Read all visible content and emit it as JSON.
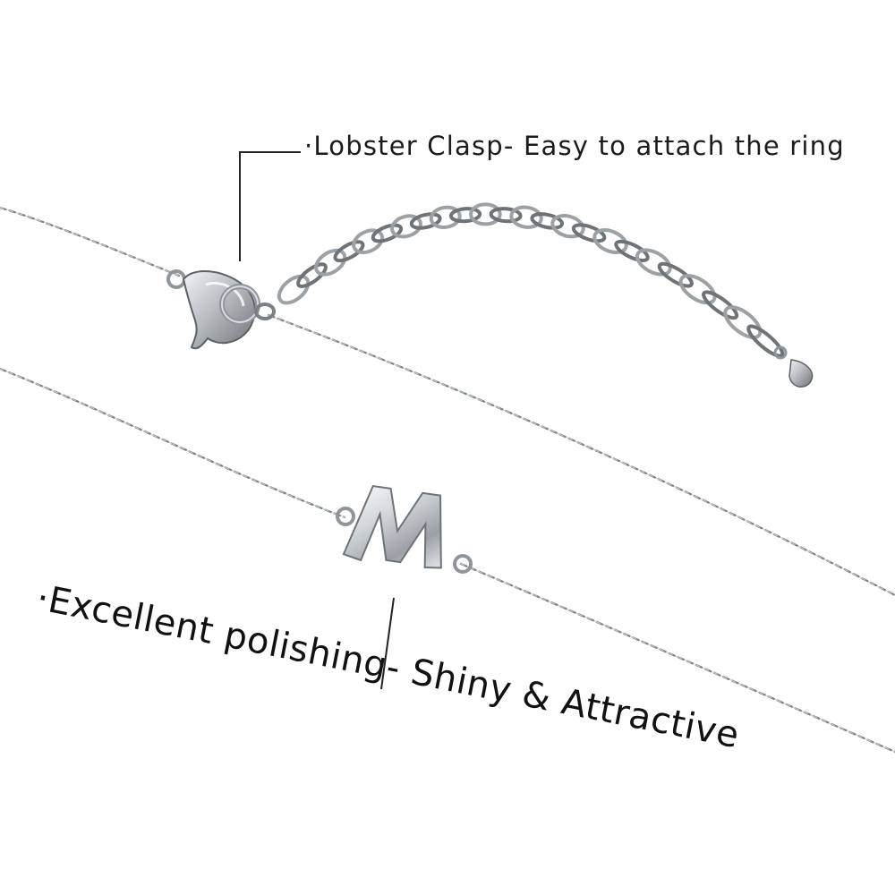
{
  "callouts": {
    "clasp": "·Lobster Clasp- Easy to attach the ring",
    "polish": "·Excellent polishing- Shiny & Attractive"
  },
  "pendant": {
    "letter": "M"
  },
  "colors": {
    "background": "#ffffff",
    "metal": "#8f959b",
    "metal_dark": "#5c6166",
    "metal_light": "#e4e7ea",
    "leader_line": "#222222"
  }
}
